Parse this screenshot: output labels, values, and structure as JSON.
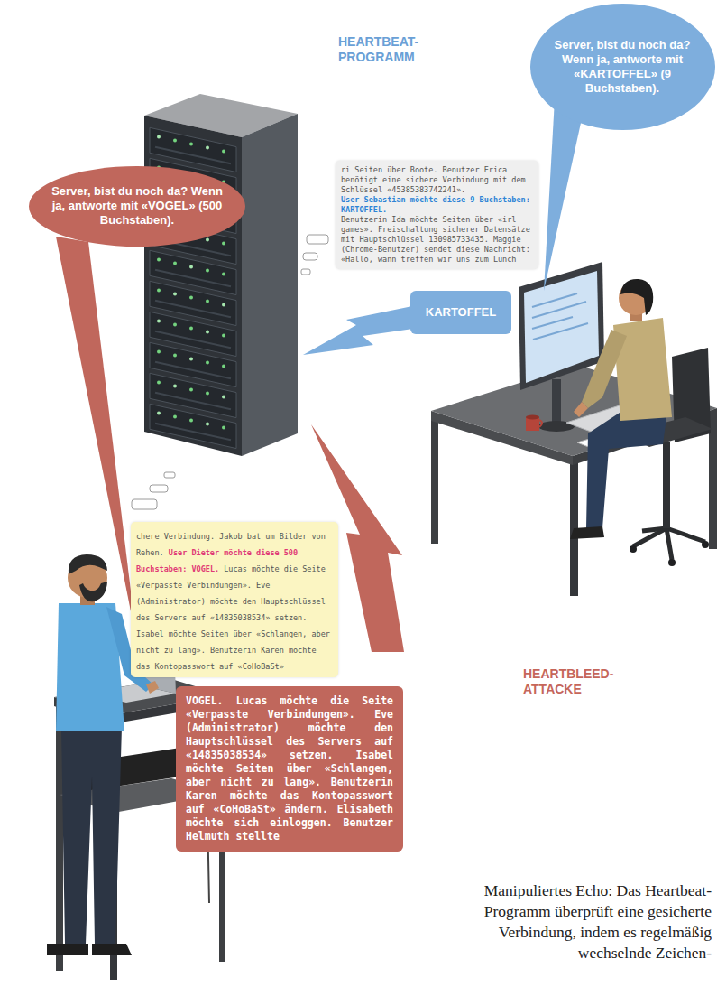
{
  "diagram": {
    "caption": "Manipuliertes Echo: Das Heartbeat-Programm überprüft eine gesicherte Verbindung, indem es regelmäßig wechselnde Zeichen-",
    "nodes": [
      {
        "text": [
          "Server, bist du noch da? Wenn ja, antworte mit «KARTOFFEL» (9 Buchstaben)."
        ]
      },
      {
        "text": [
          "ri Seiten über Boote. Benutzer Erica benötigt eine sichere Verbindung mit dem Schlüssel «45385383742241».",
          "User Sebastian möchte diese 9 Buchstaben: KARTOFFEL.",
          "Benutzerin Ida möchte Seiten über «irl games». Freischaltung sicherer Datensätze mit Hauptschlüssel 130985733435. Maggie (Chrome-Benutzer) sendet diese Nachricht: «Hallo, wann treffen wir uns zum Lunch"
        ]
      },
      {
        "text": [
          "KARTOFFEL"
        ]
      },
      {
        "text": [
          "Server, bist du noch da? Wenn ja, antworte mit «VOGEL» (500 Buchstaben)."
        ]
      },
      {
        "text": [
          "chere Verbindung. Jakob bat um Bilder von Rehen.",
          "User Dieter möchte diese 500 Buchstaben: VOGEL.",
          "Lucas möchte die Seite «Verpasste Verbindungen». Eve (Administrator) möchte den Hauptschlüssel des Servers auf «14835038534» setzen. Isabel möchte Seiten über «Schlangen, aber nicht zu lang». Benutzerin Karen möchte das Kontopasswort auf «CoHoBaSt»"
        ]
      },
      {
        "text": [
          "VOGEL. Lucas möchte die Seite «Verpasste Verbindungen». Eve (Administrator) möchte den Hauptschlüssel des Servers auf «14835038534» setzen. Isabel möchte Seiten über «Schlangen, aber nicht zu lang». Benutzerin Karen möchte das Kontopasswort auf «CoHoBaSt» ändern. Elisabeth möchte sich einloggen. Benutzer Helmuth stellte"
        ]
      }
    ],
    "labels": [
      "HEARTBEAT-PROGRAMM",
      "HEARTBLEED-ATTACKE"
    ]
  }
}
